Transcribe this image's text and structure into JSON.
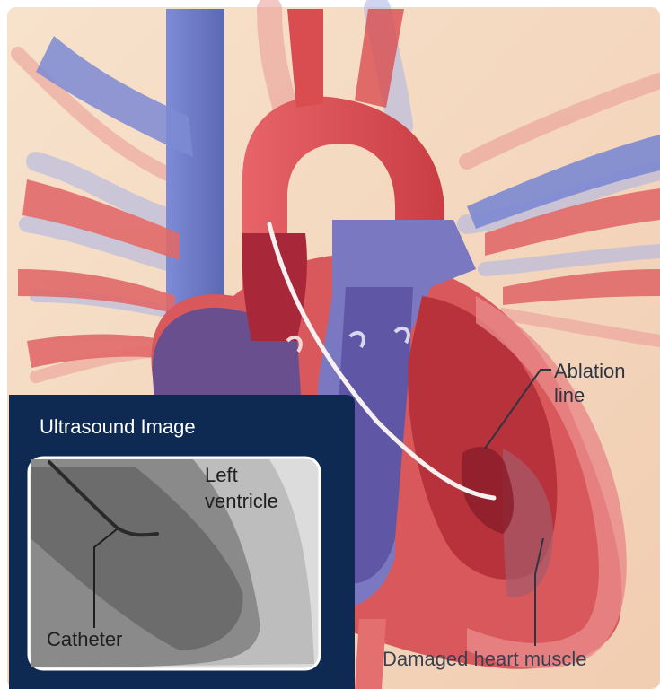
{
  "labels": {
    "ablation_line": "Ablation\nline",
    "damaged_heart_muscle": "Damaged heart muscle"
  },
  "inset": {
    "title": "Ultrasound Image",
    "left_ventricle": "Left\nventricle",
    "catheter": "Catheter"
  },
  "colors": {
    "background": "#f6dcc2",
    "artery_red": "#d9474b",
    "vein_blue": "#6b79c4",
    "muscle": "#c9565c",
    "inset_frame": "#0f2a52"
  }
}
